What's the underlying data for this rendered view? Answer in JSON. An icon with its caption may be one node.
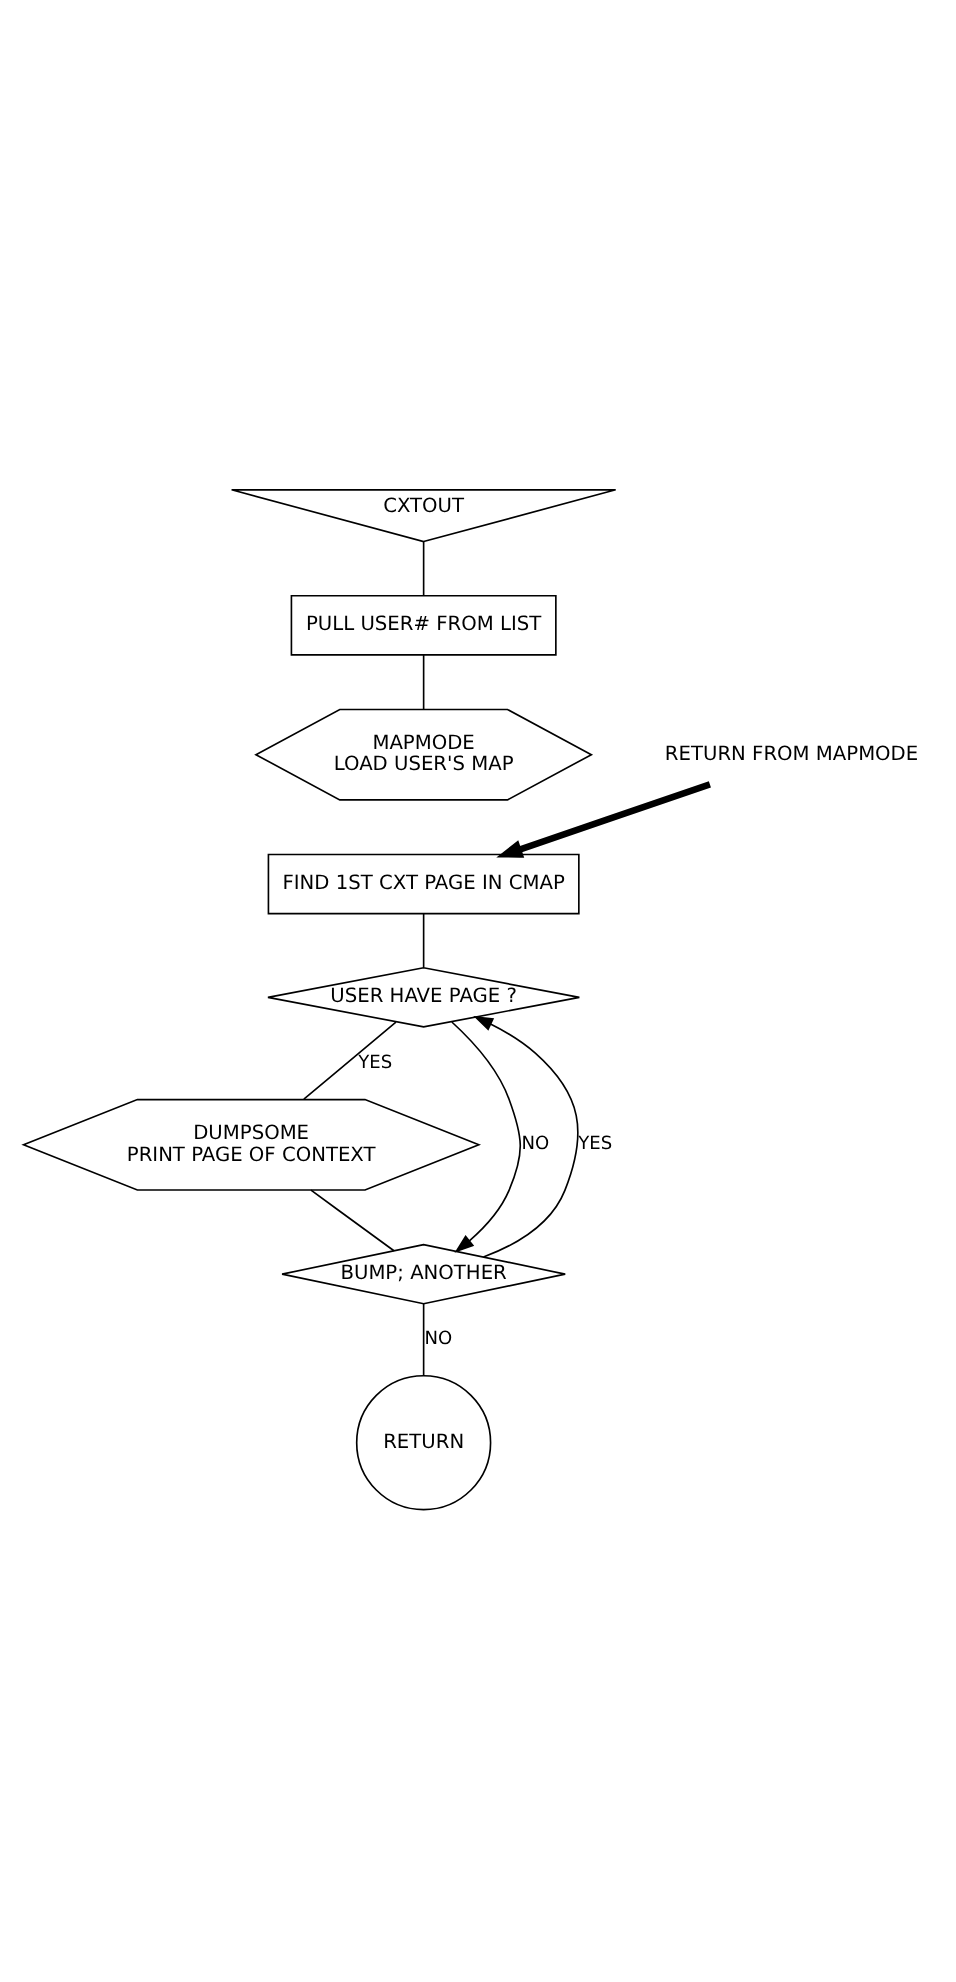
{
  "diagram": {
    "nodes": [
      {
        "text": [
          "CXTOUT"
        ]
      },
      {
        "text": [
          "PULL USER# FROM LIST"
        ]
      },
      {
        "text": [
          "MAPMODE",
          "LOAD USER'S MAP"
        ]
      },
      {
        "text": [
          "RETURN FROM MAPMODE"
        ]
      },
      {
        "text": [
          "FIND 1ST CXT PAGE IN CMAP"
        ]
      },
      {
        "text": [
          "USER HAVE PAGE ?"
        ]
      },
      {
        "text": [
          "DUMPSOME",
          "PRINT PAGE OF CONTEXT"
        ]
      },
      {
        "text": [
          "BUMP; ANOTHER"
        ]
      },
      {
        "text": [
          "RETURN"
        ]
      }
    ],
    "edges": [
      {
        "from": 0,
        "to": 1,
        "arrow": "none"
      },
      {
        "from": 1,
        "to": 2,
        "arrow": "none"
      },
      {
        "from": 3,
        "to": 4,
        "arrow": "to",
        "style": "thick"
      },
      {
        "from": 4,
        "to": 5,
        "arrow": "none"
      },
      {
        "from": 5,
        "to": 6,
        "label": "YES",
        "arrow": "none"
      },
      {
        "from": 5,
        "to": 7,
        "label": "NO",
        "arrow": "to"
      },
      {
        "from": 6,
        "to": 7,
        "arrow": "none"
      },
      {
        "from": 7,
        "to": 5,
        "label": "YES",
        "arrow": "to"
      },
      {
        "from": 7,
        "to": 8,
        "label": "NO",
        "arrow": "none"
      }
    ]
  }
}
